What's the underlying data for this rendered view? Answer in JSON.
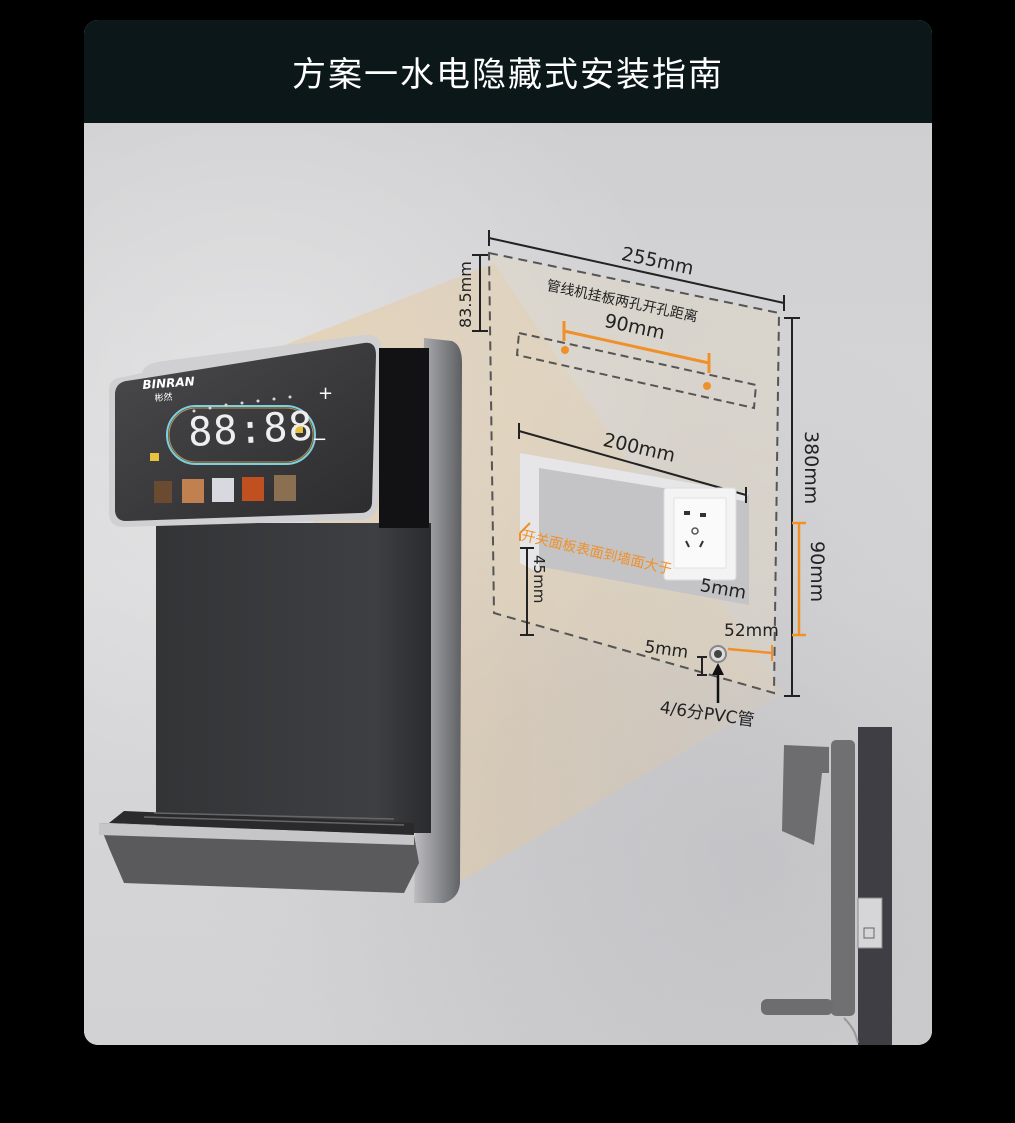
{
  "header": {
    "title": "方案一水电隐藏式安装指南"
  },
  "device": {
    "brand": "BINRAN",
    "brand_cn": "彬然",
    "display_digits": "88:88",
    "plus_symbol": "+",
    "minus_symbol": "−"
  },
  "dimensions": {
    "width_total": "255mm",
    "top_offset": "83.5mm",
    "mount_plate_label": "管线机挂板两孔开孔距离",
    "hole_spacing": "90mm",
    "niche_width": "200mm",
    "height_total": "380mm",
    "niche_height": "90mm",
    "bottom_offset": "45mm",
    "panel_note": "开关面板表面到墙面大于",
    "panel_note_value": "5mm",
    "pipe_offset_side": "52mm",
    "pipe_offset_bottom": "5mm",
    "pipe_label": "4/6分PVC管"
  },
  "colors": {
    "header_bg": "#0b1719",
    "accent_orange": "#f0902a",
    "wall": "#d3d3d5",
    "device_body": "#3b3c3e"
  }
}
